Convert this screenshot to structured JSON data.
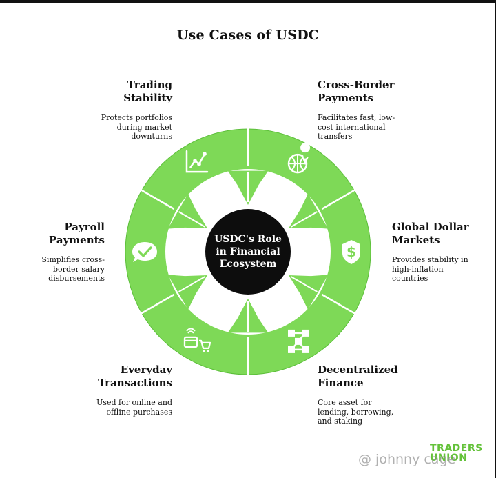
{
  "title": "Use Cases of USDC",
  "center_label": [
    "USDC's Role",
    "in Financial",
    "Ecosystem"
  ],
  "colors": {
    "ring": "#7ed957",
    "ring_stroke": "#5cbf3a",
    "center": "#0d0d0d",
    "brand": "#64c23a"
  },
  "segments": [
    {
      "title": "Trading Stability",
      "title_lines": [
        "Trading",
        "Stability"
      ],
      "desc_lines": [
        "Protects portfolios",
        "during market",
        "downturns"
      ],
      "icon": "chart-up-icon"
    },
    {
      "title": "Cross-Border Payments",
      "title_lines": [
        "Cross-Border",
        "Payments"
      ],
      "desc_lines": [
        "Facilitates fast, low-",
        "cost international",
        "transfers"
      ],
      "icon": "globe-location-icon"
    },
    {
      "title": "Global Dollar Markets",
      "title_lines": [
        "Global Dollar",
        "Markets"
      ],
      "desc_lines": [
        "Provides stability in",
        "high-inflation",
        "countries"
      ],
      "icon": "dollar-shield-icon"
    },
    {
      "title": "Decentralized Finance",
      "title_lines": [
        "Decentralized",
        "Finance"
      ],
      "desc_lines": [
        "Core asset for",
        "lending, borrowing,",
        "and staking"
      ],
      "icon": "blockchain-icon"
    },
    {
      "title": "Everyday Transactions",
      "title_lines": [
        "Everyday",
        "Transactions"
      ],
      "desc_lines": [
        "Used for online and",
        "offline purchases"
      ],
      "icon": "card-cart-icon"
    },
    {
      "title": "Payroll Payments",
      "title_lines": [
        "Payroll",
        "Payments"
      ],
      "desc_lines": [
        "Simplifies cross-",
        "border salary",
        "disbursements"
      ],
      "icon": "check-chat-icon"
    }
  ],
  "brand": [
    "TRADERS",
    "UNION"
  ],
  "watermark": "@ johnny cage"
}
